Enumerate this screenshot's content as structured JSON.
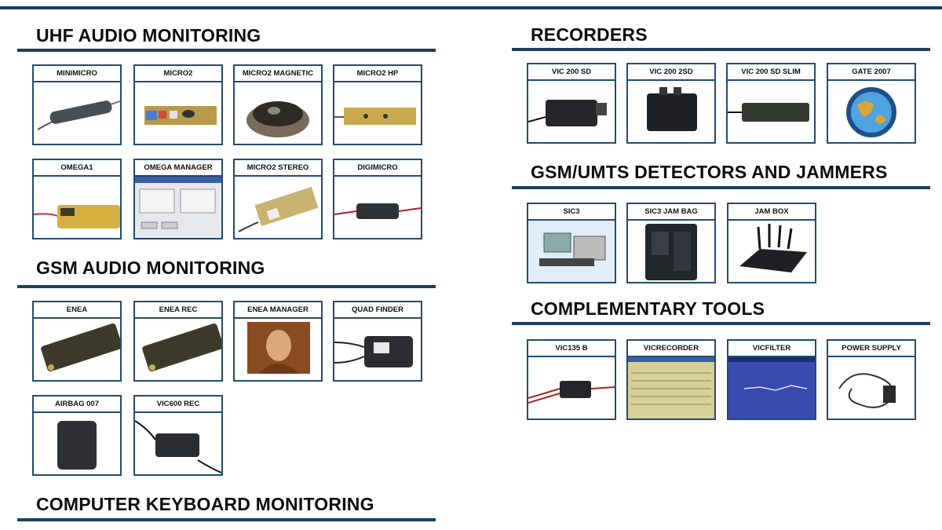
{
  "sections": {
    "uhf": {
      "title": "UHF AUDIO MONITORING"
    },
    "gsm": {
      "title": "GSM AUDIO MONITORING"
    },
    "keyboard": {
      "title": "COMPUTER KEYBOARD MONITORING"
    },
    "recorders": {
      "title": "RECORDERS"
    },
    "detectors": {
      "title": "GSM/UMTS DETECTORS AND JAMMERS"
    },
    "tools": {
      "title": "COMPLEMENTARY TOOLS"
    }
  },
  "products": {
    "minimicro": "MINIMICRO",
    "micro2": "MICRO2",
    "micro2_magnetic": "MICRO2 MAGNETIC",
    "micro2_hp": "MICRO2 HP",
    "omega1": "OMEGA1",
    "omega_manager": "OMEGA MANAGER",
    "micro2_stereo": "MICRO2 STEREO",
    "digimicro": "DIGIMICRO",
    "enea": "ENEA",
    "enea_rec": "ENEA REC",
    "enea_manager": "ENEA MANAGER",
    "quad_finder": "QUAD FINDER",
    "airbag_007": "AIRBAG 007",
    "vic600_rec": "VIC600 REC",
    "vic200_sd": "VIC 200 SD",
    "vic200_2sd": "VIC 200 2SD",
    "vic200_sd_slim": "VIC 200 SD SLIM",
    "gate_2007": "GATE 2007",
    "sic3": "SIC3",
    "sic3_jam_bag": "SIC3 JAM BAG",
    "jam_box": "JAM BOX",
    "vic135_b": "VIC135 B",
    "vicrecorder": "VICRECORDER",
    "vicfilter": "VICFILTER",
    "power_supply": "POWER SUPPLY"
  }
}
